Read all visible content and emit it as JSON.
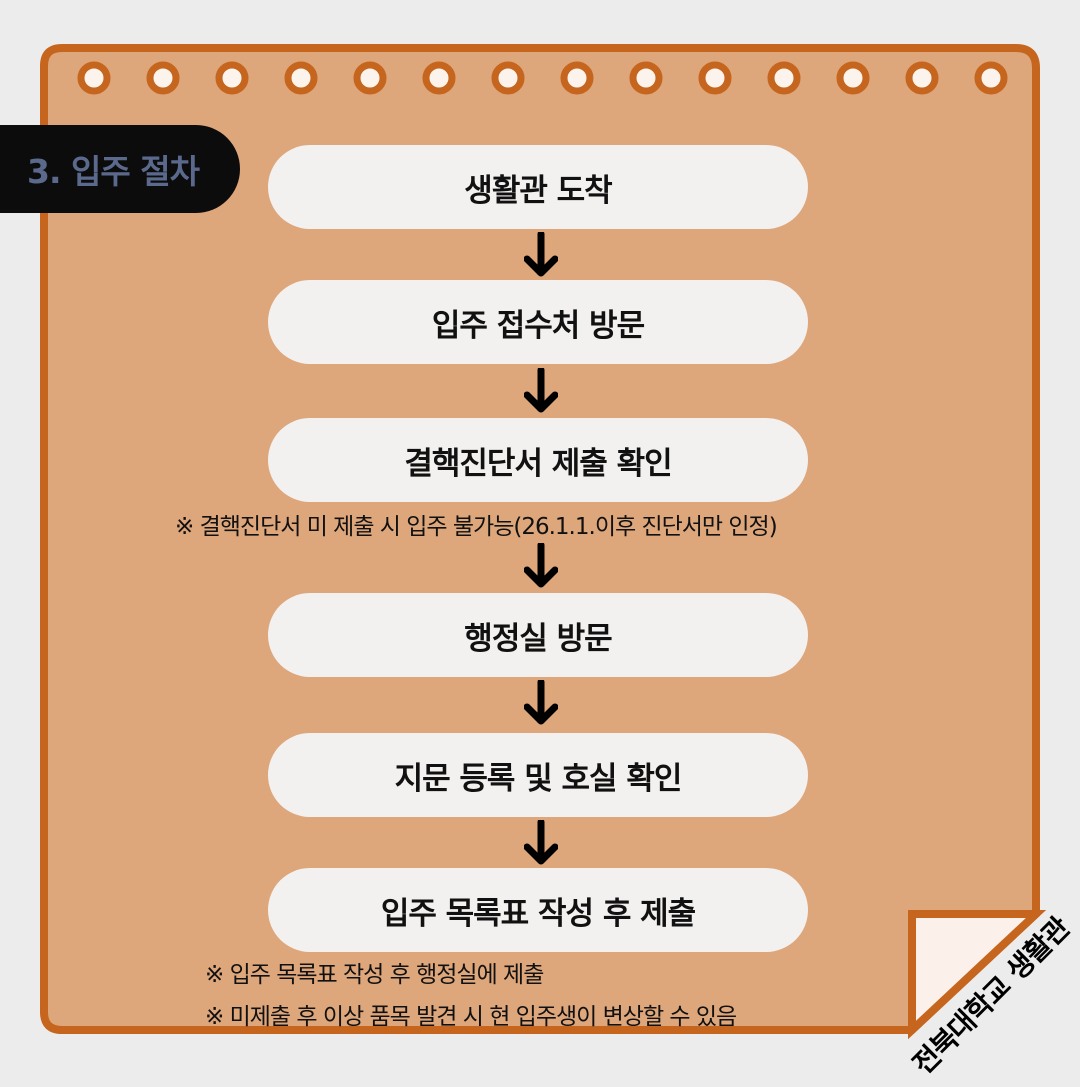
{
  "section_tag": "3. 입주 절차",
  "steps": [
    {
      "label": "생활관 도착"
    },
    {
      "label": "입주 접수처 방문"
    },
    {
      "label": "결핵진단서 제출 확인"
    },
    {
      "label": "행정실 방문"
    },
    {
      "label": "지문 등록 및 호실 확인"
    },
    {
      "label": "입주 목록표 작성 후 제출"
    }
  ],
  "notes": {
    "tb_certificate": "※ 결핵진단서 미 제출 시 입주 불가능(26.1.1.이후 진단서만 인정)",
    "checklist_submit": "※ 입주 목록표 작성 후 행정실에 제출",
    "checklist_warning": "※ 미제출 후 이상 품목 발견 시 현 입주생이 변상할 수 있음"
  },
  "logo_text": "전북대학교 생활관",
  "colors": {
    "paper": "#dea67b",
    "border": "#c6651d",
    "pill": "#f3f1ef",
    "tag_bg": "#0c0c0c",
    "tag_text": "#5b6a8c",
    "background": "#ececec"
  }
}
